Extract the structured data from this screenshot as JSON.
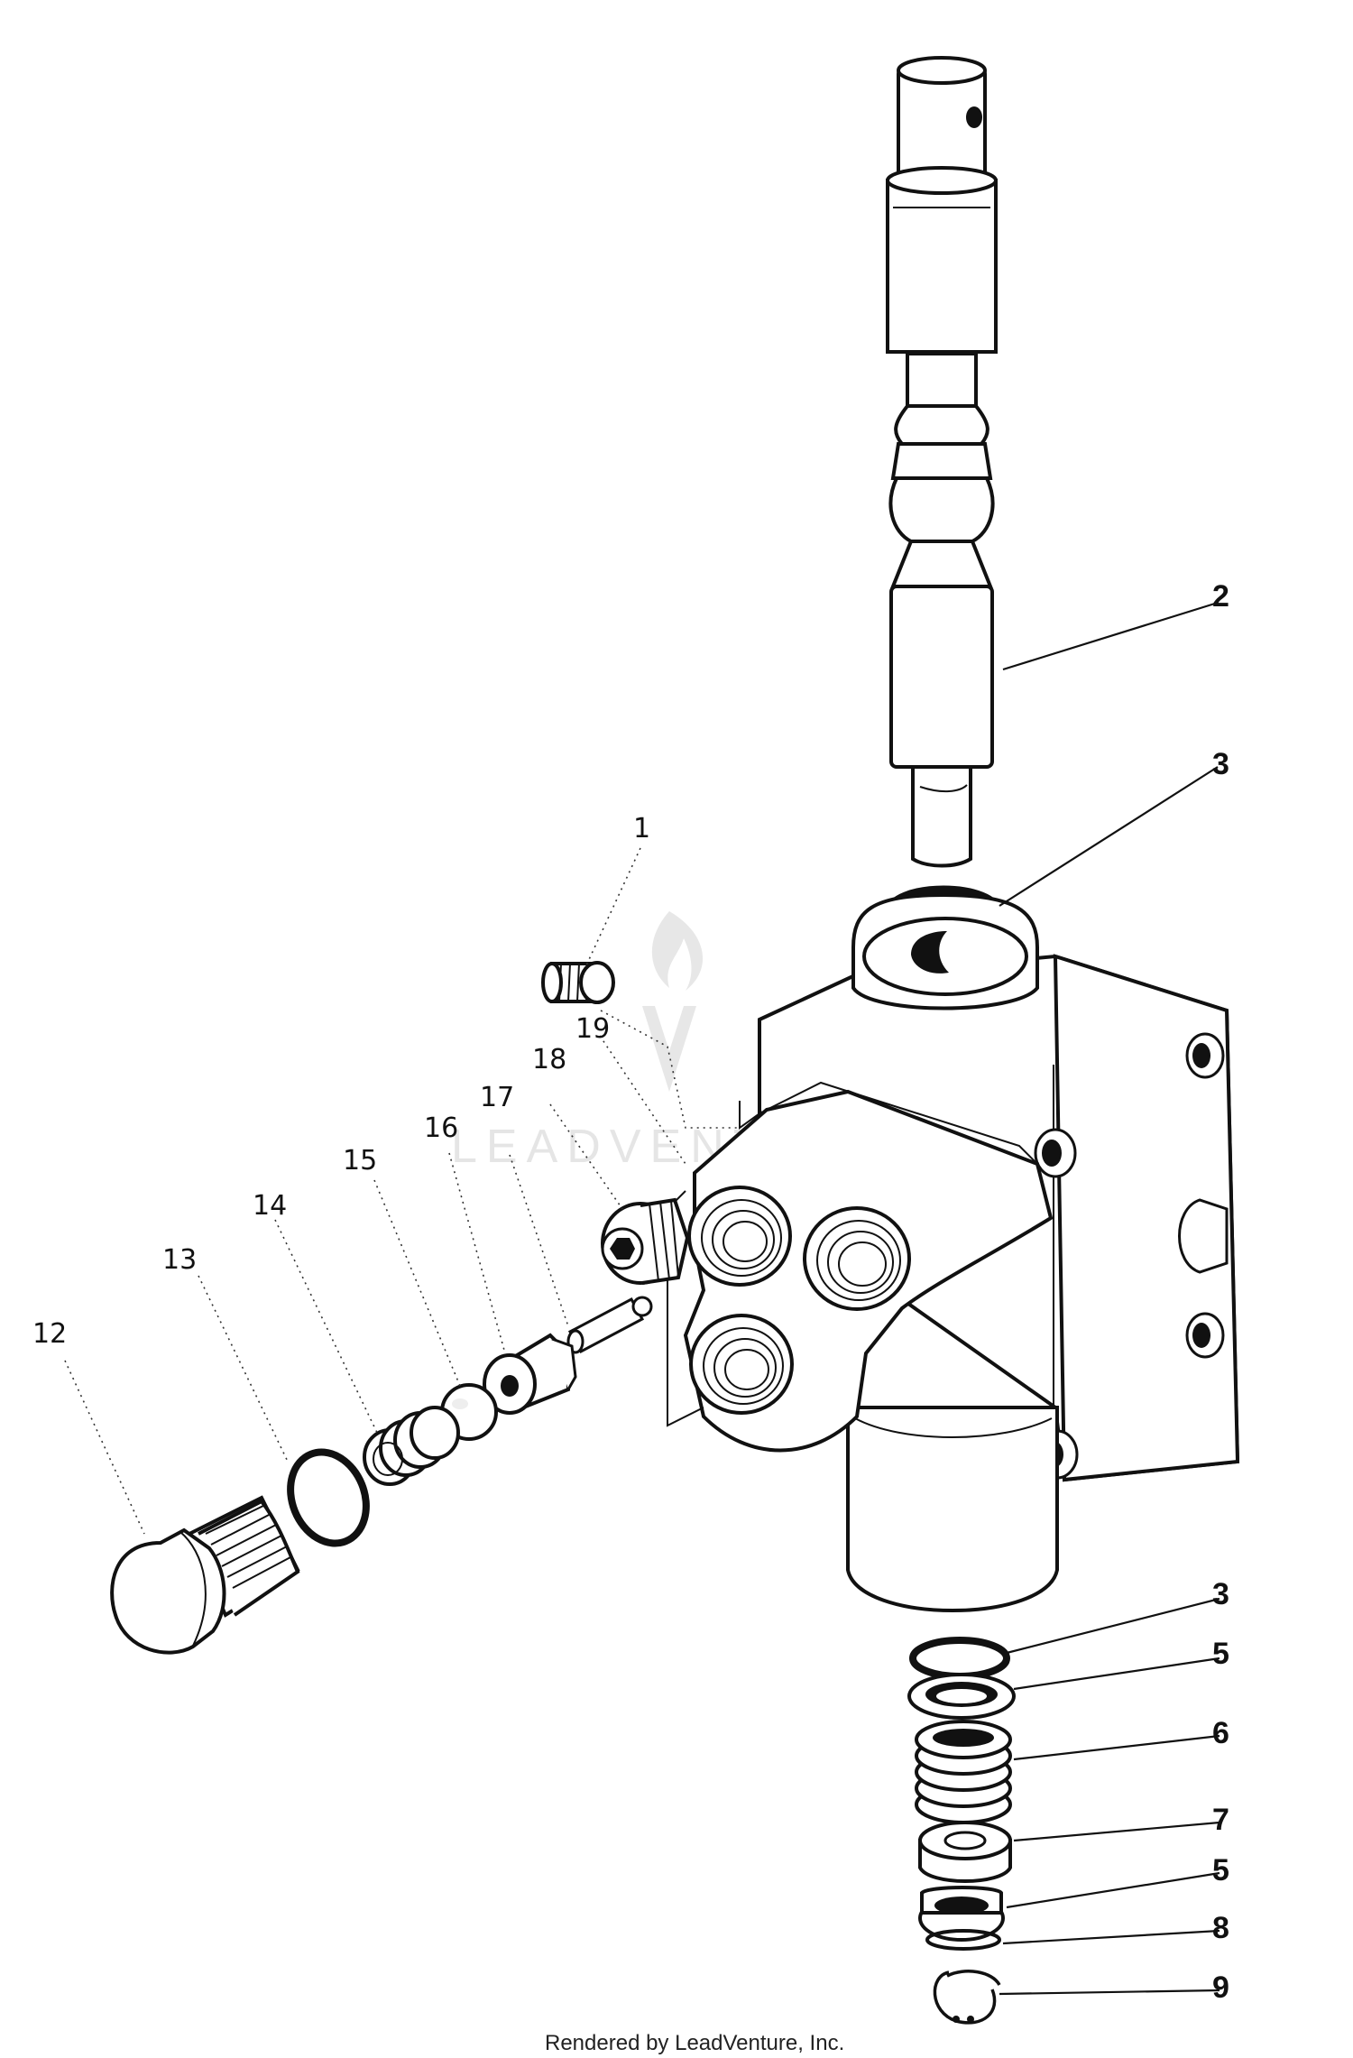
{
  "labels": {
    "l1": "1",
    "l2": "2",
    "l3a": "3",
    "l3b": "3",
    "l5a": "5",
    "l5b": "5",
    "l6": "6",
    "l7": "7",
    "l8": "8",
    "l9": "9",
    "l12": "12",
    "l13": "13",
    "l14": "14",
    "l15": "15",
    "l16": "16",
    "l17": "17",
    "l18": "18",
    "l19": "19"
  },
  "watermark": "LEADVENTURE",
  "credit": "Rendered by LeadVenture, Inc.",
  "colors": {
    "ink": "#111111",
    "paper": "#ffffff",
    "watermark": "#cfcfcf"
  }
}
